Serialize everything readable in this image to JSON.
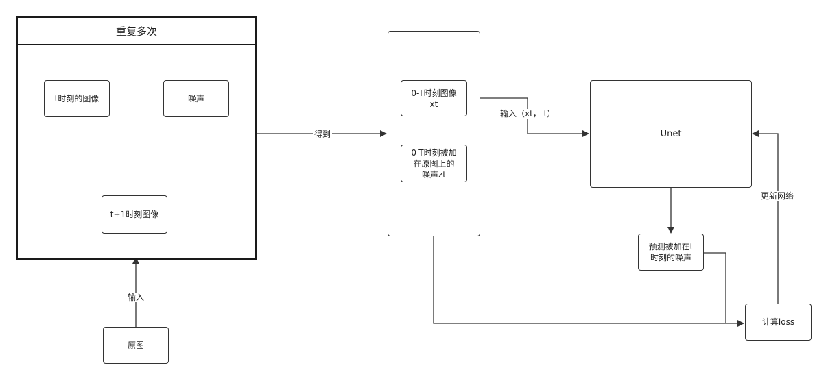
{
  "left_group": {
    "title": "重复多次",
    "node_image_t": "t时刻的图像",
    "node_noise": "噪声",
    "node_image_t1": "t+1时刻图像"
  },
  "source_node": "原图",
  "input_label": "输入",
  "obtain_label": "得到",
  "mid_panel": {
    "node_xt": "0-T时刻图像\nxt",
    "node_zt": "0-T时刻被加\n在原图上的\n噪声zt"
  },
  "unet_input_label": "输入（xt， t）",
  "unet": "Unet",
  "predict_node": "预测被加在t\n时刻的噪声",
  "loss_node": "计算loss",
  "update_label": "更新网络",
  "colors": {
    "stroke": "#333333",
    "frame": "#1a1a1a",
    "background": "#ffffff"
  }
}
